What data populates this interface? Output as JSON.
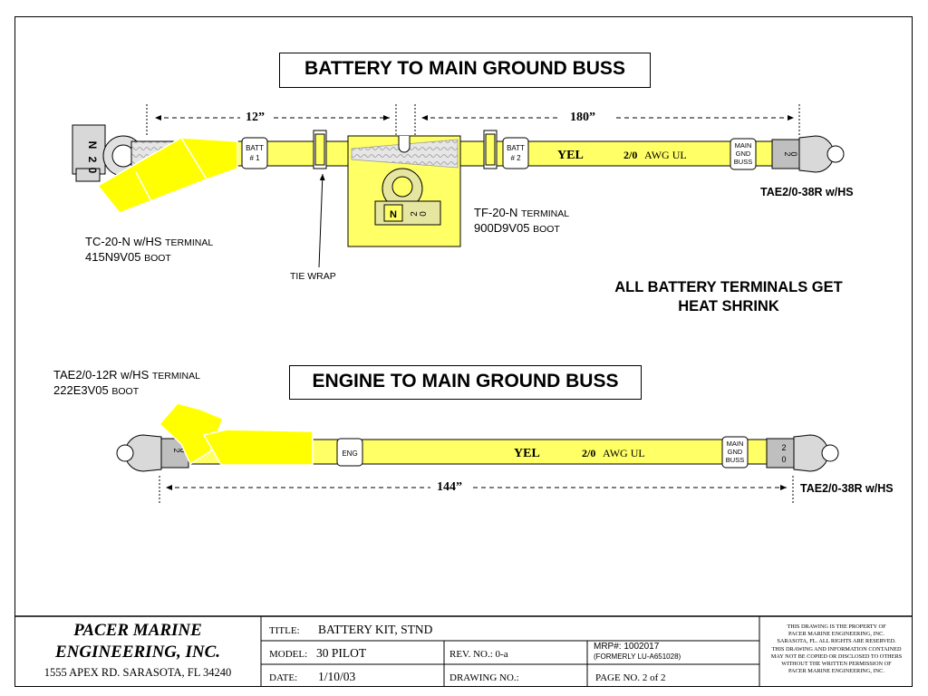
{
  "battery_section": {
    "title": "BATTERY TO MAIN GROUND BUSS",
    "dim_left": "12”",
    "dim_right": "180”",
    "batt1": [
      "BATT",
      "# 1"
    ],
    "batt2": [
      "BATT",
      "# 2"
    ],
    "wire_color": "YEL",
    "wire_gauge": "2/0",
    "wire_spec": "AWG UL",
    "main_gnd": [
      "MAIN",
      "GND",
      "BUSS"
    ],
    "lug_marks": [
      "2",
      "0"
    ],
    "right_terminal": "TAE2/0-38R w/HS",
    "tc_terminal": "TC-20-N w/HS",
    "tc_terminal_suffix": "TERMINAL",
    "tc_boot": "415N9V05",
    "tc_boot_suffix": "BOOT",
    "tf_terminal": "TF-20-N",
    "tf_terminal_suffix": "TERMINAL",
    "tf_boot": "900D9V05",
    "tf_boot_suffix": "BOOT",
    "tie_wrap": "TIE WRAP",
    "clamp_marks": [
      "N",
      "2",
      "0"
    ]
  },
  "heat_shrink_note": [
    "ALL BATTERY TERMINALS GET",
    "HEAT  SHRINK"
  ],
  "engine_section": {
    "title": "ENGINE TO MAIN GROUND BUSS",
    "left_terminal": "TAE2/0-12R w/HS",
    "left_terminal_suffix": "TERMINAL",
    "left_boot": "222E3V05",
    "left_boot_suffix": "BOOT",
    "eng_label": "ENG",
    "wire_color": "YEL",
    "wire_gauge": "2/0",
    "wire_spec": "AWG UL",
    "main_gnd": [
      "MAIN",
      "GND",
      "BUSS"
    ],
    "lug_marks": [
      "2",
      "0"
    ],
    "dim": "144”",
    "right_terminal": "TAE2/0-38R w/HS"
  },
  "title_block": {
    "company_line1": "PACER MARINE",
    "company_line2": "ENGINEERING, INC.",
    "address": "1555 APEX RD.  SARASOTA, FL  34240",
    "title_label": "TITLE:",
    "title_value": "BATTERY KIT, STND",
    "model_label": "MODEL:",
    "model_value": "30 PILOT",
    "rev_label": "REV. NO.: 0-a",
    "mrp_label": "MRP#: 1002017",
    "formerly": "(FORMERLY LU-A651028)",
    "date_label": "DATE:",
    "date_value": "1/10/03",
    "drawing_label": "DRAWING NO.:",
    "page_label": "PAGE NO.  2 of  2",
    "notice": [
      "THIS DRAWING IS THE PROPERTY OF",
      "PACER MARINE ENGINEERING, INC.",
      "SARASOTA, FL.   ALL RIGHTS ARE RESERVED.",
      "THIS DRAWING AND INFORMATION CONTAINED",
      "MAY NOT BE COPIED OR DISCLOSED TO OTHERS",
      "WITHOUT THE WRITTEN PERMISSION OF",
      "PACER MARINE ENGINEERING, INC."
    ]
  },
  "colors": {
    "wire_yellow": "#ffff66",
    "boot_yellow": "#ffff00",
    "lug_gray": "#cfcfcf",
    "outline": "#000000"
  }
}
